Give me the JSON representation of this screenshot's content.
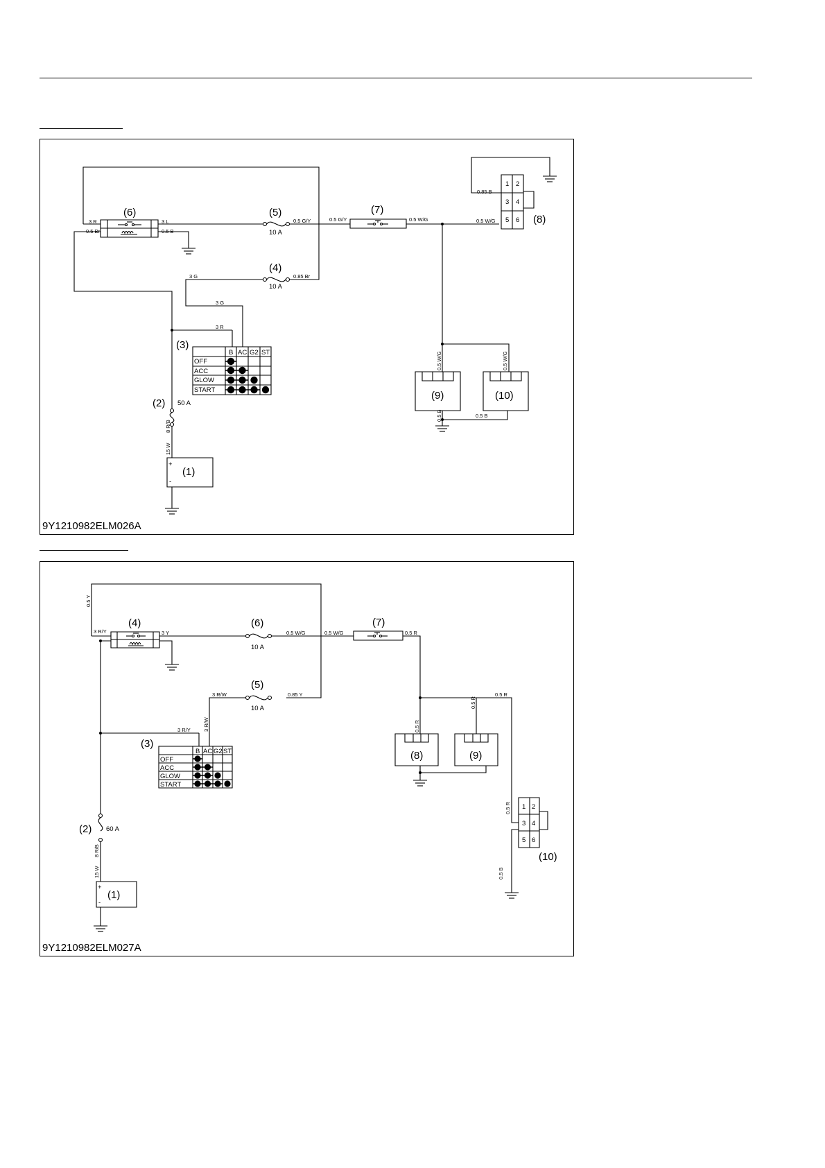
{
  "diagram1": {
    "code": "9Y1210982ELM026A",
    "items": {
      "battery": "(1)",
      "main_fuse": "(2)",
      "key_switch": "(3)",
      "fuse_4": "(4)",
      "fuse_5": "(5)",
      "relay": "(6)",
      "switch": "(7)",
      "connector": "(8)",
      "unit_9": "(9)",
      "unit_10": "(10)"
    },
    "ratings": {
      "main_fuse": "50 A",
      "fuse_4": "10 A",
      "fuse_5": "10 A"
    },
    "wires": {
      "w_3R_top": "3 R",
      "w_05Br": "0.5 Br",
      "w_3L": "3 L",
      "w_05B_relay": "0.5 B",
      "w_05GY_a": "0.5 G/Y",
      "w_05GY_b": "0.5 G/Y",
      "w_05WG_a": "0.5 W/G",
      "w_05WG_b": "0.5 W/G",
      "w_085B": "0.85 B",
      "w_3G_a": "3 G",
      "w_085Br": "0.85 Br",
      "w_3G_b": "3 G",
      "w_3R_b": "3 R",
      "w_8RB": "8 R/B",
      "w_15W": "15 W",
      "w_05WG_9": "0.5 W/G",
      "w_05WG_10": "0.5 W/G",
      "w_05B_9": "0.5 B",
      "w_05B_bot": "0.5 B"
    },
    "pins": [
      "1",
      "2",
      "3",
      "4",
      "5",
      "6"
    ],
    "table": {
      "cols": [
        "B",
        "AC",
        "G2",
        "ST"
      ],
      "rows": [
        {
          "label": "OFF",
          "dots": [
            1,
            0,
            0,
            0
          ]
        },
        {
          "label": "ACC",
          "dots": [
            1,
            1,
            0,
            0
          ]
        },
        {
          "label": "GLOW",
          "dots": [
            1,
            1,
            1,
            0
          ]
        },
        {
          "label": "START",
          "dots": [
            1,
            1,
            1,
            1
          ]
        }
      ]
    },
    "battery_plus": "+",
    "battery_minus": "-"
  },
  "diagram2": {
    "code": "9Y1210982ELM027A",
    "items": {
      "battery": "(1)",
      "main_fuse": "(2)",
      "key_switch": "(3)",
      "relay": "(4)",
      "fuse_5": "(5)",
      "fuse_6": "(6)",
      "switch": "(7)",
      "unit_8": "(8)",
      "unit_9": "(9)",
      "connector": "(10)"
    },
    "ratings": {
      "main_fuse": "60 A",
      "fuse_5": "10 A",
      "fuse_6": "10 A"
    },
    "wires": {
      "w_05Y": "0.5 Y",
      "w_3RY_top": "3 R/Y",
      "w_3Y": "3 Y",
      "w_05WG_a": "0.5 W/G",
      "w_05WG_b": "0.5 W/G",
      "w_05R_a": "0.5 R",
      "w_3RW_a": "3 R/W",
      "w_085Y": "0.85 Y",
      "w_05R_b": "0.5 R",
      "w_3RY_b": "3 R/Y",
      "w_3RW_b": "3 R/W",
      "w_05R_8": "0.5 R",
      "w_05R_9": "0.5 R",
      "w_05R_c": "0.5 R",
      "w_05B": "0.5 B",
      "w_8RB": "8 R/B",
      "w_15W": "15 W"
    },
    "pins": [
      "1",
      "2",
      "3",
      "4",
      "5",
      "6"
    ],
    "table": {
      "cols": [
        "B",
        "AC",
        "G2",
        "ST"
      ],
      "rows": [
        {
          "label": "OFF",
          "dots": [
            1,
            0,
            0,
            0
          ]
        },
        {
          "label": "ACC",
          "dots": [
            1,
            1,
            0,
            0
          ]
        },
        {
          "label": "GLOW",
          "dots": [
            1,
            1,
            1,
            0
          ]
        },
        {
          "label": "START",
          "dots": [
            1,
            1,
            1,
            1
          ]
        }
      ]
    },
    "battery_plus": "+",
    "battery_minus": "-"
  }
}
